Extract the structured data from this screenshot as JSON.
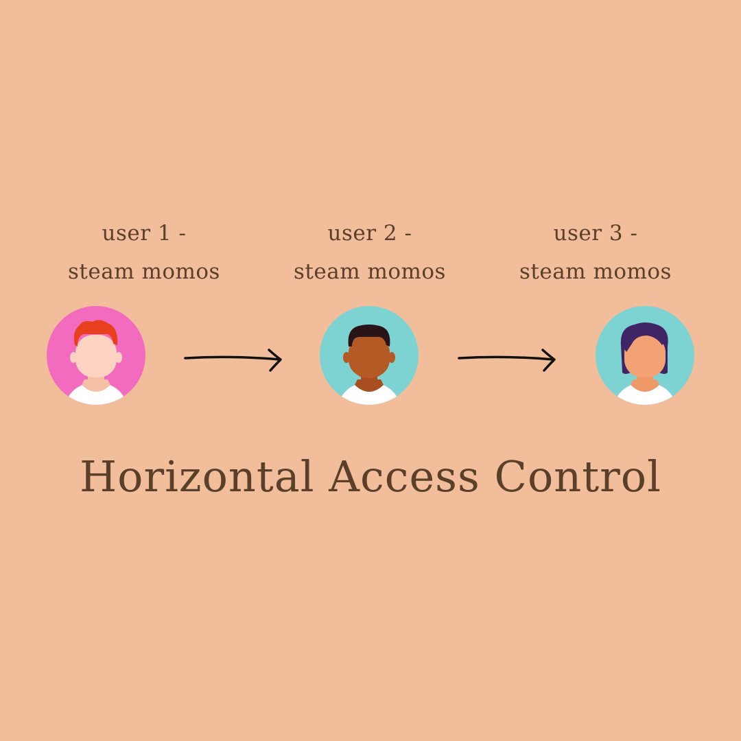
{
  "users": [
    {
      "line1": "user 1 -",
      "line2": "steam momos",
      "avatar_bg": "#f26bbf",
      "hair": "#e8401f",
      "skin": "#fbd3c0",
      "neck": "#f6c0a5"
    },
    {
      "line1": "user 2 -",
      "line2": "steam momos",
      "avatar_bg": "#7dd3d2",
      "hair": "#2a1418",
      "skin": "#b55a25",
      "neck": "#a74f1f"
    },
    {
      "line1": "user 3 -",
      "line2": "steam momos",
      "avatar_bg": "#7dd3d2",
      "hair": "#3f2566",
      "skin": "#f3a275",
      "neck": "#ef9868"
    }
  ],
  "title": "Horizontal Access Control",
  "colors": {
    "background": "#f1bd9a",
    "text": "#5a3f2a",
    "arrow": "#111111"
  }
}
